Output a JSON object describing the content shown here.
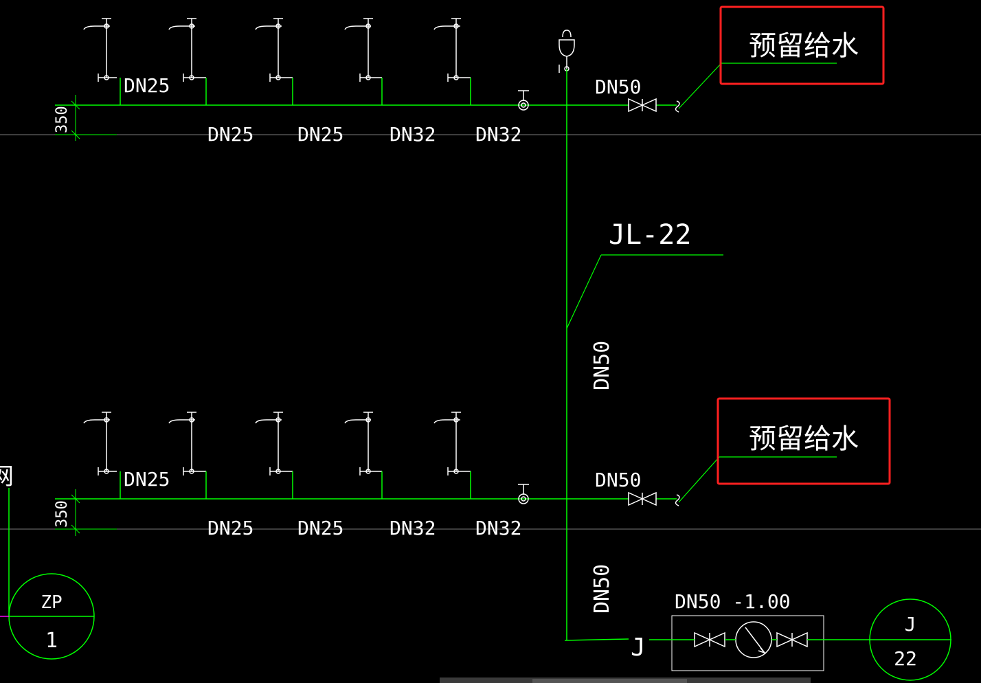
{
  "colors": {
    "background": "#000000",
    "pipe": "#00ff00",
    "fixture": "#ffffff",
    "grid": "#7a7a7a",
    "highlight": "#ff2020",
    "accent": "#ff00ff"
  },
  "floors": [
    {
      "id": "upper",
      "branch_label_first": "DN25",
      "segment_labels": [
        "DN25",
        "DN25",
        "DN32",
        "DN32"
      ],
      "dimension": "350",
      "outlet_label": "DN50",
      "reserved": "预留给水"
    },
    {
      "id": "lower",
      "branch_label_first": "DN25",
      "segment_labels": [
        "DN25",
        "DN25",
        "DN32",
        "DN32"
      ],
      "dimension": "350",
      "outlet_label": "DN50",
      "reserved": "预留给水"
    }
  ],
  "riser": {
    "name": "JL-22",
    "size_upper": "DN50",
    "size_lower": "DN50"
  },
  "meter": {
    "label": "DN50 -1.00",
    "flow_symbol": "J"
  },
  "left_circle": {
    "top": "ZP",
    "bottom": "1"
  },
  "right_circle": {
    "top": "J",
    "bottom": "22"
  },
  "edge_char": "网"
}
